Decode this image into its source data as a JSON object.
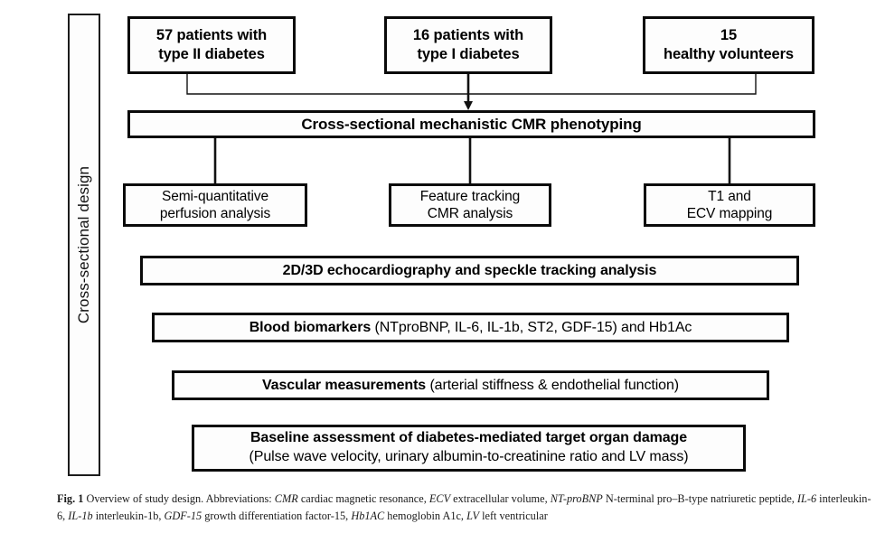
{
  "figure": {
    "side_label": "Cross-sectional design",
    "cohorts": [
      {
        "name": "type-2-diabetes-cohort",
        "line1": "57 patients with",
        "line2": "type II diabetes"
      },
      {
        "name": "type-1-diabetes-cohort",
        "line1": "16 patients with",
        "line2": "type I diabetes"
      },
      {
        "name": "healthy-volunteers-cohort",
        "line1": "15",
        "line2": "healthy volunteers"
      }
    ],
    "banner": "Cross-sectional mechanistic CMR phenotyping",
    "analyses": [
      {
        "name": "perfusion-analysis",
        "line1": "Semi-quantitative",
        "line2": "perfusion analysis"
      },
      {
        "name": "feature-tracking-analysis",
        "line1": "Feature tracking",
        "line2": "CMR analysis"
      },
      {
        "name": "t1-ecv-mapping",
        "line1": "T1 and",
        "line2": "ECV mapping"
      }
    ],
    "assessments": [
      {
        "name": "echocardiography-assessment",
        "bold": "2D/3D echocardiography and speckle tracking analysis",
        "rest": ""
      },
      {
        "name": "blood-biomarkers-assessment",
        "bold": "Blood biomarkers",
        "rest": " (NTproBNP, IL-6, IL-1b, ST2, GDF-15) and Hb1Ac"
      },
      {
        "name": "vascular-measurements-assessment",
        "bold": "Vascular measurements",
        "rest": " (arterial stiffness & endothelial function)"
      }
    ],
    "baseline": {
      "name": "baseline-assessment",
      "line1": "Baseline assessment of diabetes-mediated target organ damage",
      "line2": "(Pulse wave velocity, urinary albumin-to-creatinine ratio and LV mass)"
    }
  },
  "caption": {
    "label": "Fig. 1",
    "line1_a": " Overview of study design. Abbreviations: ",
    "abbr_cmr": "CMR",
    "line1_b": " cardiac magnetic resonance, ",
    "abbr_ecv": "ECV",
    "line1_c": " extracellular volume, ",
    "abbr_ntprobnp": "NT-proBNP",
    "line1_d": " N-terminal pro–B-type natriuretic peptide, ",
    "abbr_il6": "IL-6",
    "line2_a": " interleukin-6, ",
    "abbr_il1b": "IL-1b",
    "line2_b": " interleukin-1b, ",
    "abbr_gdf15": "GDF-15",
    "line2_c": " growth differentiation factor-15, ",
    "abbr_hb1ac": "Hb1AC",
    "line2_d": " hemoglobin A1c, ",
    "abbr_lv": "LV",
    "line2_e": " left ventricular"
  },
  "colors": {
    "ink": "#0a0a0a",
    "background": "#ffffff",
    "bar_border": "#1c1c1c"
  }
}
